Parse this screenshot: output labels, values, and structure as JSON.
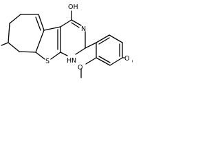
{
  "molecule": {
    "atoms": {
      "hydroxyl": "OH",
      "sulfur": "S",
      "ring_nitrogen_upper": "N",
      "ring_nitrogen_lower_h": "H",
      "ring_nitrogen_lower_n": "N",
      "methoxy_ortho": "O",
      "methoxy_para": "O"
    }
  }
}
